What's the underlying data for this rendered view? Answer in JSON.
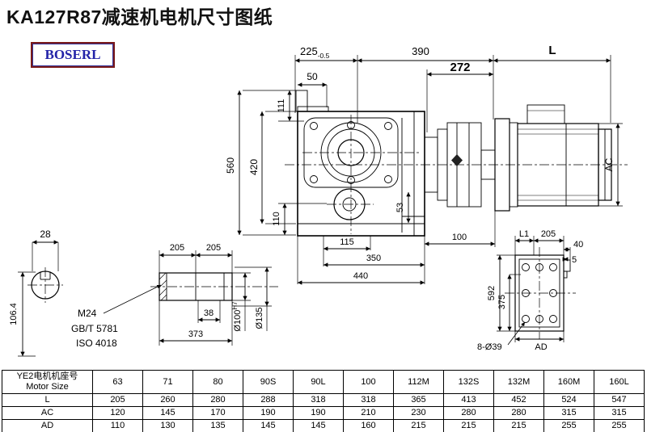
{
  "title": {
    "text": "KA127R87减速机电机尺寸图纸"
  },
  "logo": {
    "text": "BOSERL"
  },
  "colors": {
    "line": "#000000",
    "logo_text": "#2323a8",
    "logo_border": "#7a1a1a",
    "title": "#111111"
  },
  "dims": {
    "top_width_a": "225",
    "top_width_a_tol": "-0.5",
    "top_width_b": "390",
    "motor_length": "L",
    "adapter_length": "272",
    "boss_width": "50",
    "height_total": "560",
    "height_flange": "420",
    "offset_top": "111",
    "offset_bottom": "110",
    "inner_step": "53",
    "bottom_a": "115",
    "bottom_b": "100",
    "bottom_c": "350",
    "bottom_d": "440",
    "motor_height": "AC",
    "key_width": "28",
    "shaft_view_height": "106.4",
    "shaft_seg_a": "205",
    "shaft_seg_b": "205",
    "key_length": "38",
    "shaft_length": "373",
    "thread": "M24",
    "standard_gb": "GB/T 5781",
    "standard_iso": "ISO 4018",
    "bore_dia": "Ø100",
    "bore_dia_sup": "H7",
    "flange_dia": "Ø135",
    "rear_l1": "L1",
    "rear_205": "205",
    "rear_40": "40",
    "rear_5": "5",
    "rear_height": "592",
    "rear_375": "375",
    "rear_ad": "AD",
    "rear_holes": "8-Ø39"
  },
  "table": {
    "header_cn": "YE2电机机座号",
    "header_en": "Motor Size",
    "sizes": [
      "63",
      "71",
      "80",
      "90S",
      "90L",
      "100",
      "112M",
      "132S",
      "132M",
      "160M",
      "160L"
    ],
    "rows": [
      {
        "label": "L",
        "values": [
          "205",
          "260",
          "280",
          "288",
          "318",
          "318",
          "365",
          "413",
          "452",
          "524",
          "547"
        ]
      },
      {
        "label": "AC",
        "values": [
          "120",
          "145",
          "170",
          "190",
          "190",
          "210",
          "230",
          "280",
          "280",
          "315",
          "315"
        ]
      },
      {
        "label": "AD",
        "values": [
          "110",
          "130",
          "135",
          "145",
          "145",
          "160",
          "215",
          "215",
          "215",
          "255",
          "255"
        ]
      }
    ]
  }
}
